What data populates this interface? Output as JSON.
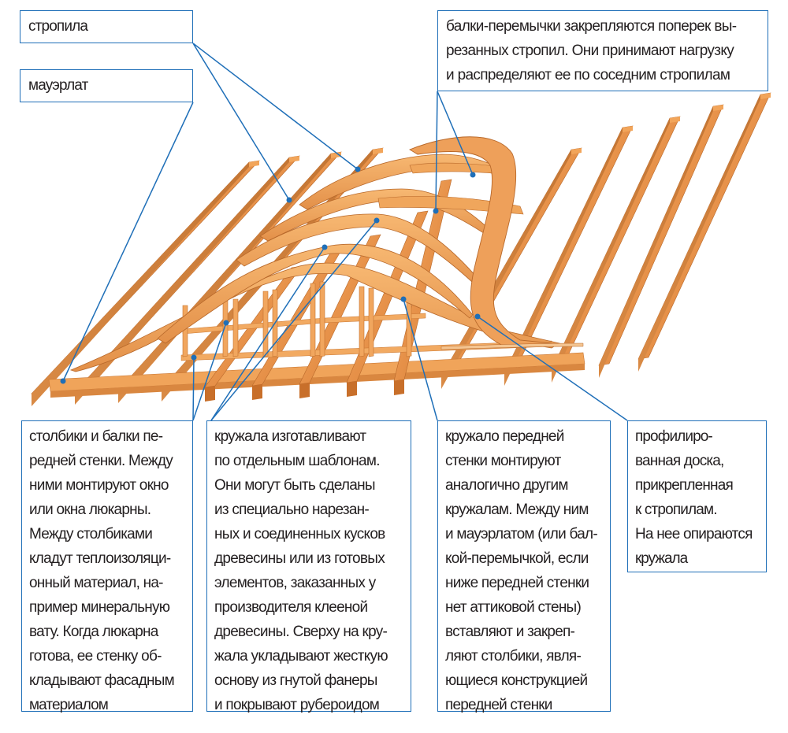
{
  "diagram": {
    "subject": "dormer (eyebrow window) roof framing",
    "colors": {
      "leader_line": "#1f6fb8",
      "box_border": "#1f6fb8",
      "text": "#231f20",
      "wood_light": "#f2a55a",
      "wood_mid": "#e08a3c",
      "wood_dark": "#c86f2a",
      "background": "#ffffff"
    },
    "callouts": {
      "rafters": {
        "label": "стропила",
        "lines": [
          "стропила"
        ]
      },
      "mauerlat": {
        "label": "мауэрлат",
        "lines": [
          "мауэрлат"
        ]
      },
      "crossbeams": {
        "lines": [
          "балки-перемычки закрепляются поперек вы-",
          "резанных стропил. Они принимают нагрузку",
          "и распределяют ее по соседним стропилам"
        ]
      },
      "posts": {
        "lines": [
          "столбики и балки пе-",
          "редней стенки. Между",
          "ними монтируют окно",
          "или окна люкарны.",
          "Между столбиками",
          "кладут теплоизоляци-",
          "онный материал, на-",
          "пример минеральную",
          "вату. Когда люкарна",
          "готова, ее стенку об-",
          "кладывают фасадным",
          "материалом"
        ]
      },
      "ribs": {
        "lines": [
          "кружала изготавливают",
          "по отдельным шаблонам.",
          "Они могут быть сделаны",
          "из специально нарезан-",
          "ных и соединенных кусков",
          "древесины или из готовых",
          "элементов, заказанных у",
          "производителя клееной",
          "древесины. Сверху на кру-",
          "жала укладывают жесткую",
          "основу из гнутой фанеры",
          "и покрывают рубероидом"
        ]
      },
      "front_rib": {
        "lines": [
          "кружало передней",
          "стенки монтируют",
          "аналогично другим",
          "кружалам. Между ним",
          "и мауэрлатом (или бал-",
          "кой-перемычкой, если",
          "ниже передней стенки",
          "нет аттиковой стены)",
          "вставляют и закреп-",
          "ляют столбики, явля-",
          "ющиеся конструкцией",
          "передней стенки"
        ]
      },
      "profiled_board": {
        "lines": [
          "профилиро-",
          "ванная доска,",
          "прикрепленная",
          "к стропилам.",
          "На нее опираются",
          "кружала"
        ]
      }
    }
  }
}
